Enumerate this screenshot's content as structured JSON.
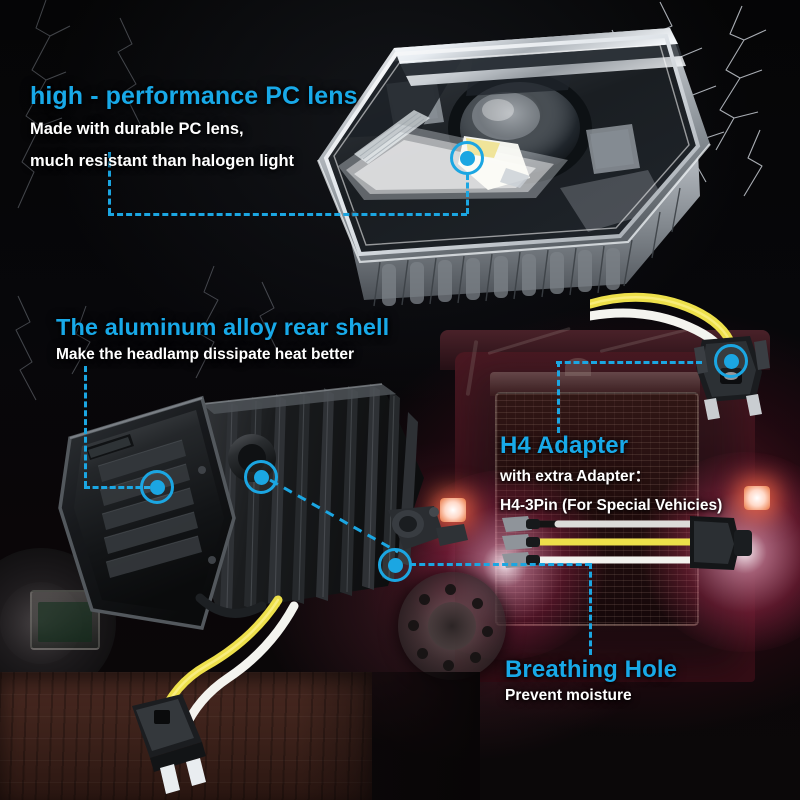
{
  "page": {
    "type": "product-feature-infographic",
    "product": "LED Headlight",
    "background_color": "#050506",
    "accent_color": "#18a9e8",
    "text_color": "#ffffff"
  },
  "callouts": [
    {
      "id": "pc-lens",
      "title": "high - performance PC lens",
      "lines": [
        "Made with durable PC lens,",
        "much resistant than halogen light"
      ],
      "marker_label": "pc-lens-marker"
    },
    {
      "id": "rear-shell",
      "title": "The aluminum alloy rear shell",
      "lines": [
        "Make the headlamp dissipate heat better"
      ],
      "marker_label": "rear-shell-marker"
    },
    {
      "id": "h4-adapter",
      "title": "H4 Adapter",
      "lines": [
        "with extra Adapter：",
        "H4-3Pin (For Special Vehicies)"
      ],
      "marker_label": "h4-adapter-marker"
    },
    {
      "id": "breathing-hole",
      "title": "Breathing Hole",
      "lines": [
        "Prevent moisture"
      ],
      "marker_label": "breathing-hole-marker"
    }
  ],
  "parts": {
    "lamp_top_label": "headlight-lens-front-view",
    "lamp_rear_label": "headlight-aluminum-rear-shell",
    "h4_connector_label": "h4-adapter-connector",
    "h4_3pin_label": "h4-3pin-adapter-harness",
    "wire_colors": [
      "#ede04a",
      "#f2f2ee",
      "#151515"
    ]
  },
  "scene": {
    "vehicle": "semi-truck",
    "effects": [
      "lightning-bolts",
      "red-headlight-glow",
      "wooden-surface"
    ]
  }
}
